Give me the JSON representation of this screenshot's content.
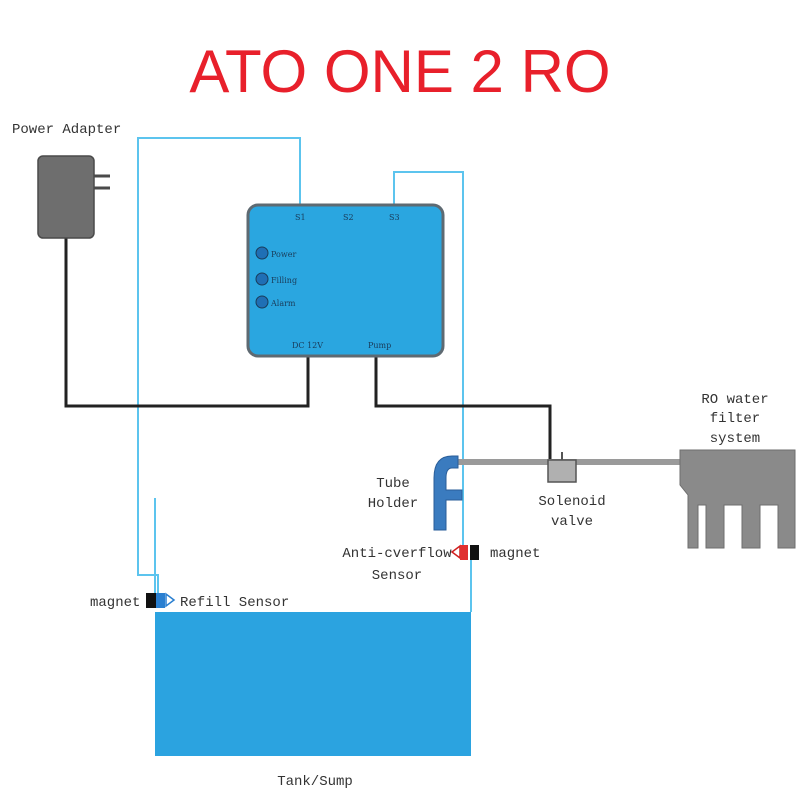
{
  "title": "ATO ONE 2 RO",
  "labels": {
    "power_adapter": "Power Adapter",
    "ro_filter": [
      "RO water",
      "filter",
      "system"
    ],
    "tube_holder": [
      "Tube",
      "Holder"
    ],
    "solenoid_valve": [
      "Solenoid",
      "valve"
    ],
    "anti_overflow_sensor": [
      "Anti-cverflow",
      "Sensor"
    ],
    "magnet_right": "magnet",
    "magnet_left": "magnet",
    "refill_sensor": "Refill Sensor",
    "tank": "Tank/Sump"
  },
  "controller": {
    "ports_top": [
      "S1",
      "S2",
      "S3"
    ],
    "leds": [
      "Power",
      "Filling",
      "Alarm"
    ],
    "port_dc": "DC 12V",
    "port_pump": "Pump"
  },
  "colors": {
    "title": "#e8202b",
    "controller_fill": "#2aa6e0",
    "tank_water": "#2ba3e0",
    "sensor_wire": "#5cc4ee",
    "power_cable": "#222222",
    "water_pipe": "#9a9a9a",
    "ro_filter_body": "#8a8a8a",
    "adapter_body": "#6e6e6e",
    "tube_holder": "#3a7bbf"
  }
}
